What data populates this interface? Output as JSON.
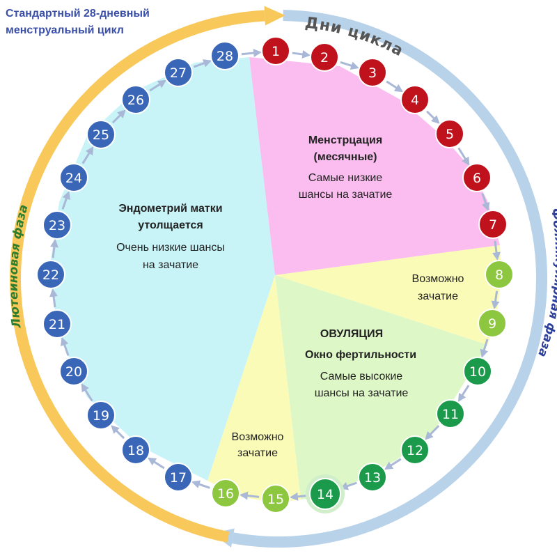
{
  "title": {
    "line1": "Стандартный 28-дневный",
    "line2": "менструальный цикл"
  },
  "cycle_days_title": "Дни цикла",
  "phases": {
    "follicular": "Фолликулярная фаза",
    "luteal": "Лютеиновая фаза"
  },
  "segments": {
    "menstruation": {
      "title1": "Менстрцация",
      "title2": "(месячные)",
      "line1": "Самые низкие",
      "line2": "шансы на зачатие"
    },
    "possible_top": {
      "line1": "Возможно",
      "line2": "зачатие"
    },
    "ovulation": {
      "title1": "ОВУЛЯЦИЯ",
      "title2": "Окно фертильности",
      "line1": "Самые высокие",
      "line2": "шансы на зачатие"
    },
    "possible_bottom": {
      "line1": "Возможно",
      "line2": "зачатие"
    },
    "endometrium": {
      "title1": "Эндометрий матки",
      "title2": "утолщается",
      "line1": "Очень низкие шансы",
      "line2": "на зачатие"
    }
  },
  "days": [
    {
      "n": "1",
      "color": "#c0121c"
    },
    {
      "n": "2",
      "color": "#c0121c"
    },
    {
      "n": "3",
      "color": "#c0121c"
    },
    {
      "n": "4",
      "color": "#c0121c"
    },
    {
      "n": "5",
      "color": "#c0121c"
    },
    {
      "n": "6",
      "color": "#c0121c"
    },
    {
      "n": "7",
      "color": "#c0121c"
    },
    {
      "n": "8",
      "color": "#8dc63f"
    },
    {
      "n": "9",
      "color": "#8dc63f"
    },
    {
      "n": "10",
      "color": "#1a9a4a"
    },
    {
      "n": "11",
      "color": "#1a9a4a"
    },
    {
      "n": "12",
      "color": "#1a9a4a"
    },
    {
      "n": "13",
      "color": "#1a9a4a"
    },
    {
      "n": "14",
      "color": "#1a9a4a"
    },
    {
      "n": "15",
      "color": "#8dc63f"
    },
    {
      "n": "16",
      "color": "#8dc63f"
    },
    {
      "n": "17",
      "color": "#3a66b8"
    },
    {
      "n": "18",
      "color": "#3a66b8"
    },
    {
      "n": "19",
      "color": "#3a66b8"
    },
    {
      "n": "20",
      "color": "#3a66b8"
    },
    {
      "n": "21",
      "color": "#3a66b8"
    },
    {
      "n": "22",
      "color": "#3a66b8"
    },
    {
      "n": "23",
      "color": "#3a66b8"
    },
    {
      "n": "24",
      "color": "#3a66b8"
    },
    {
      "n": "25",
      "color": "#3a66b8"
    },
    {
      "n": "26",
      "color": "#3a66b8"
    },
    {
      "n": "27",
      "color": "#3a66b8"
    },
    {
      "n": "28",
      "color": "#3a66b8"
    }
  ],
  "colors": {
    "menstruation": "#fbbcef",
    "possible": "#fbfbb8",
    "ovulation": "#def7c6",
    "endometrium": "#c8f4f8",
    "follicular_arrow": "#b8d2ea",
    "luteal_arrow": "#f8c95a",
    "follicular_text": "#2d3f9b",
    "luteal_text": "#2e7d2e",
    "connector": "#a9b8d6"
  }
}
